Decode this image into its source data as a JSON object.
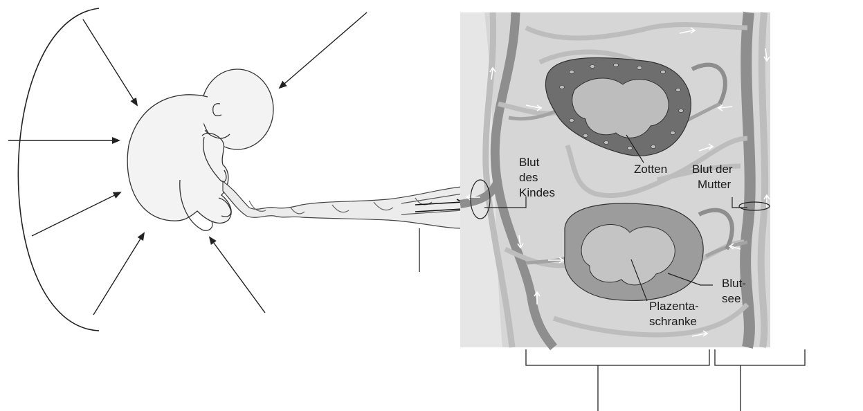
{
  "labels": {
    "zotten": "Zotten",
    "blut_der_mutter_line1": "Blut der",
    "blut_der_mutter_line2": "Mutter",
    "blut_des_kindes_line1": "Blut",
    "blut_des_kindes_line2": "des",
    "blut_des_kindes_line3": "Kindes",
    "blutsee_line1": "Blut-",
    "blutsee_line2": "see",
    "plazentaschranke_line1": "Plazenta-",
    "plazentaschranke_line2": "schranke"
  },
  "colors": {
    "panel_background": "#d6d6d6",
    "vessel": "#8e8e8e",
    "vessel_light": "#bdbdbd",
    "villi_dark": "#6e6e6e",
    "villi_light": "#9c9c9c",
    "line": "#222222"
  }
}
